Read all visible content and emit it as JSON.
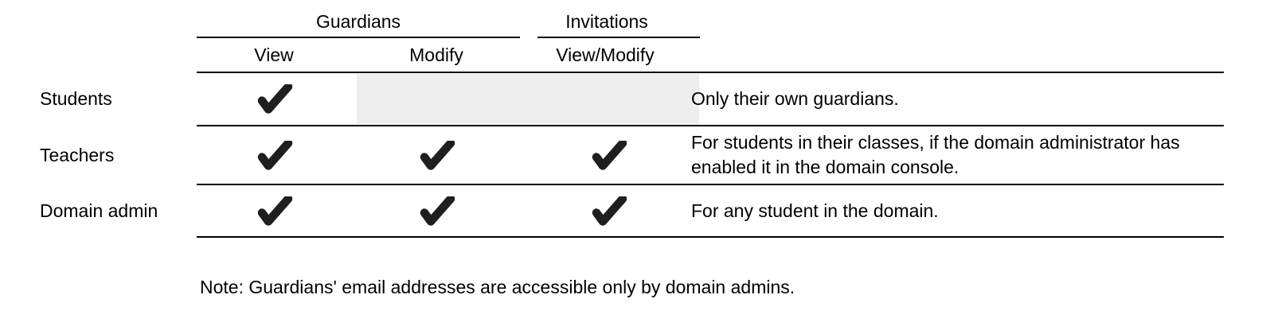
{
  "table": {
    "column_groups": [
      {
        "label": "Guardians",
        "spans": [
          "View",
          "Modify"
        ]
      },
      {
        "label": "Invitations",
        "spans": [
          "View/Modify"
        ]
      }
    ],
    "columns": [
      {
        "group": "Guardians",
        "label": "View"
      },
      {
        "group": "Guardians",
        "label": "Modify"
      },
      {
        "group": "Invitations",
        "label": "View/Modify"
      }
    ],
    "rows": [
      {
        "label": "Students",
        "checks": [
          true,
          false,
          false
        ],
        "shaded_columns": [
          "Modify",
          "View/Modify"
        ],
        "note": "Only their own guardians."
      },
      {
        "label": "Teachers",
        "checks": [
          true,
          true,
          true
        ],
        "shaded_columns": [],
        "note": "For students in their classes, if the domain administrator has enabled it in the domain console."
      },
      {
        "label": "Domain admin",
        "checks": [
          true,
          true,
          true
        ],
        "shaded_columns": [],
        "note": "For any student in the domain."
      }
    ]
  },
  "footnote": "Note: Guardians' email addresses are accessible only by domain admins.",
  "icons": {
    "check": "heavy-check-mark"
  },
  "colors": {
    "check": "#1f1f1f",
    "line": "#000000",
    "text": "#000000",
    "disabled_cell_bg": "#eeeeee",
    "background": "#ffffff"
  }
}
